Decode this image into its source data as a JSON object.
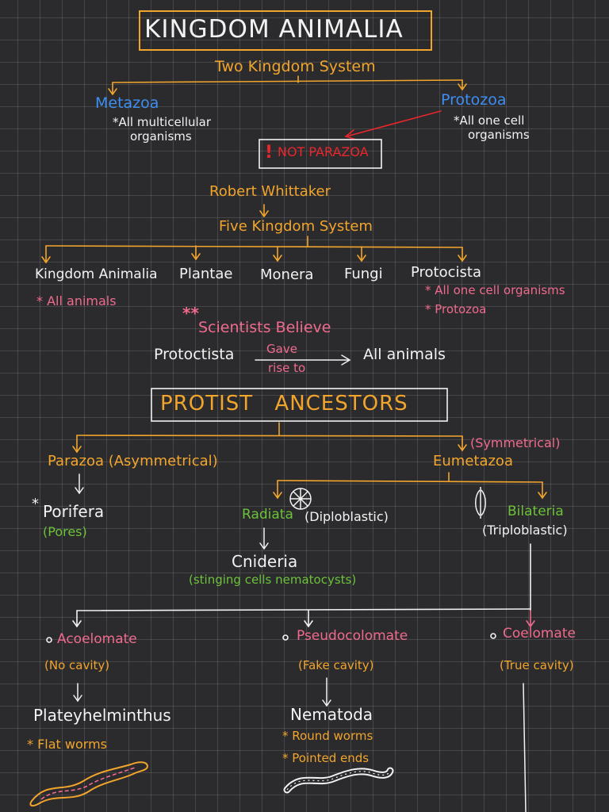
{
  "title": "KINGDOM ANIMALIA",
  "two_kingdom": {
    "heading": "Two Kingdom System",
    "metazoa": "Metazoa",
    "metazoa_note_1": "*All multicellular",
    "metazoa_note_2": "organisms",
    "protozoa": "Protozoa",
    "protozoa_note_1": "*All one cell",
    "protozoa_note_2": "organisms",
    "not_parazoa": "NOT PARAZOA",
    "not_marker": "!"
  },
  "whittaker": {
    "scientist": "Robert Whittaker",
    "heading": "Five Kingdom System",
    "kingdoms": [
      "Kingdom Animalia",
      "Plantae",
      "Monera",
      "Fungi",
      "Protocista"
    ],
    "animalia_note": "* All animals",
    "protocista_note_1": "* All one cell organisms",
    "protocista_note_2": "* Protozoa",
    "stars": "**",
    "scientists_believe": "Scientists Believe",
    "belief_from": "Protoctista",
    "belief_arrow_top": "Gave",
    "belief_arrow_bottom": "rise to",
    "belief_to": "All animals"
  },
  "tree": {
    "protist_ancestors": "PROTIST ANCESTORS",
    "parazoa": "Parazoa (Asymmetrical)",
    "eumetazoa": "Eumetazoa",
    "symmetrical": "(Symmetrical)",
    "porifera_star": "*",
    "porifera": "Porifera",
    "porifera_note": "(Pores)",
    "radiata": "Radiata",
    "radiata_type": "(Diploblastic)",
    "cnidaria": "Cnideria",
    "cnidaria_note": "(stinging cells nematocysts)",
    "bilateria": "Bilateria",
    "bilateria_type": "(Triploblastic)",
    "acoelomate": "Acoelomate",
    "acoelomate_note": "(No cavity)",
    "platyhelminthus": "Plateyhelminthus",
    "platy_note": "* Flat worms",
    "pseudocoelomate": "Pseudocolomate",
    "pseudo_note": "(Fake cavity)",
    "nematoda": "Nematoda",
    "nema_note_1": "* Round worms",
    "nema_note_2": "* Pointed ends",
    "coelomate": "Coelomate",
    "coelomate_note": "(True cavity)"
  },
  "colors": {
    "background": "#2b2b2d",
    "orange": "#f2a52c",
    "pink": "#f06a8e",
    "blue": "#3d8ef0",
    "green": "#6cc23a",
    "red": "#e8262c",
    "white": "#f2f2f2"
  }
}
